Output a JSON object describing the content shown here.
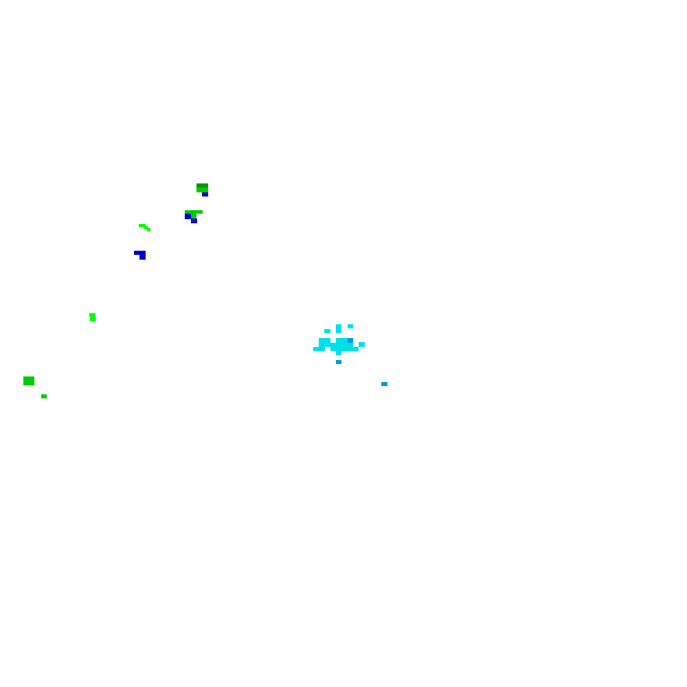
{
  "map": {
    "background_color": "#ffffff",
    "colors": {
      "green_bright": "#00ff00",
      "green_medium": "#00cc00",
      "green_dark": "#009900",
      "blue": "#0000cc",
      "cyan": "#00e0e8",
      "light_blue": "#0099e6"
    },
    "echo_clusters": [
      {
        "name": "cluster-upper-left",
        "colors": [
          "green_dark",
          "green_medium",
          "blue",
          "green_bright"
        ]
      },
      {
        "name": "cluster-center-cyan",
        "colors": [
          "cyan",
          "light_blue"
        ]
      },
      {
        "name": "cluster-far-left",
        "colors": [
          "green_medium",
          "green_bright"
        ]
      }
    ]
  }
}
